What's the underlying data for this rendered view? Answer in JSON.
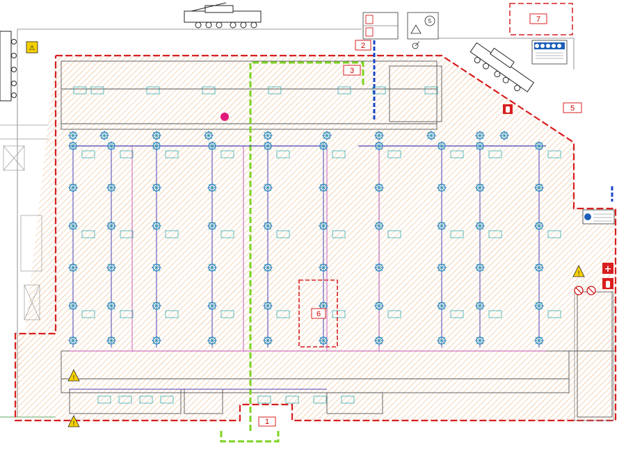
{
  "zones": [
    {
      "id": "zone-1",
      "label": "1"
    },
    {
      "id": "zone-2",
      "label": "2"
    },
    {
      "id": "zone-3",
      "label": "3"
    },
    {
      "id": "zone-5",
      "label": "5"
    },
    {
      "id": "zone-6",
      "label": "6"
    },
    {
      "id": "zone-7",
      "label": "7"
    }
  ],
  "signs": {
    "hazard_label": "!",
    "speed_limit": "5",
    "first_aid": "+"
  },
  "colors": {
    "boundary": "#d81e1e",
    "hatch": "#e8b98a",
    "walkway": "#7ed321",
    "access": "#1a44c8",
    "sprinkler": "#2a7bc0",
    "pipe_main": "#4a3fb0",
    "pipe_branch": "#c04fb0",
    "wall": "#555555"
  }
}
